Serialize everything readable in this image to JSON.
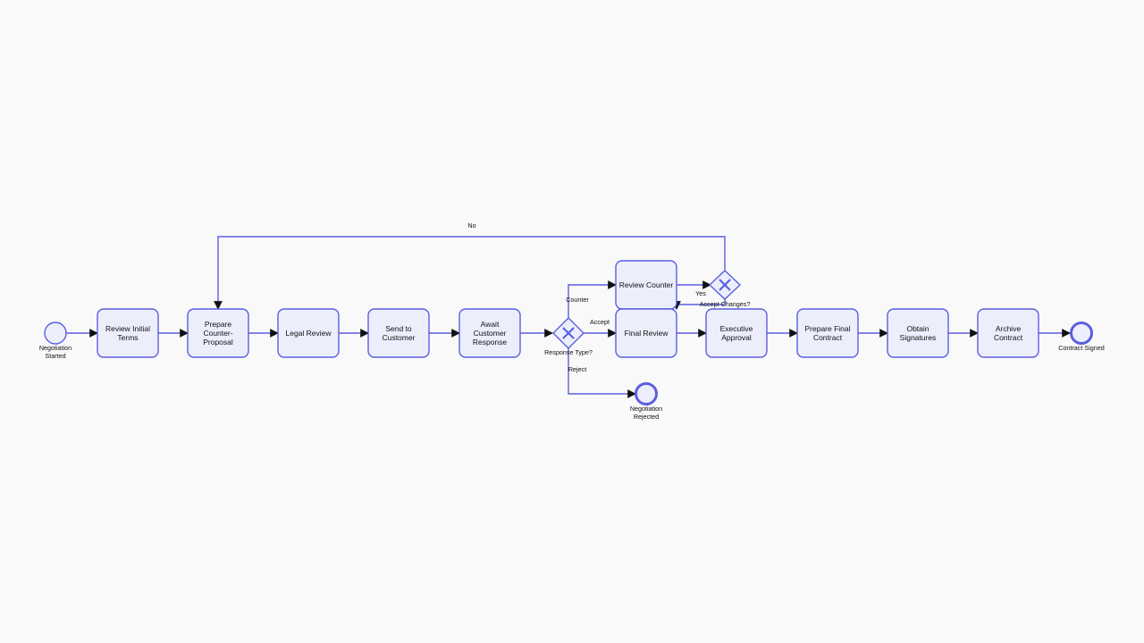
{
  "tasks": {
    "review_initial_terms": [
      "Review Initial",
      "Terms"
    ],
    "prepare_counter_proposal": [
      "Prepare",
      "Counter-",
      "Proposal"
    ],
    "legal_review": [
      "Legal Review"
    ],
    "send_to_customer": [
      "Send to",
      "Customer"
    ],
    "await_customer_response": [
      "Await",
      "Customer",
      "Response"
    ],
    "review_counter": [
      "Review Counter"
    ],
    "final_review": [
      "Final Review"
    ],
    "executive_approval": [
      "Executive",
      "Approval"
    ],
    "prepare_final_contract": [
      "Prepare Final",
      "Contract"
    ],
    "obtain_signatures": [
      "Obtain",
      "Signatures"
    ],
    "archive_contract": [
      "Archive",
      "Contract"
    ]
  },
  "events": {
    "start": [
      "Negotiation",
      "Started"
    ],
    "end_signed": [
      "Contract Signed"
    ],
    "end_rejected": [
      "Negotiation",
      "Rejected"
    ]
  },
  "gateways": {
    "response_type": "Response Type?",
    "accept_changes": "Accept Changes?"
  },
  "flow_labels": {
    "counter": "Counter",
    "accept": "Accept",
    "reject": "Reject",
    "yes": "Yes",
    "no": "No"
  },
  "colors": {
    "stroke": "#5b5fe0",
    "fill": "#eceefb",
    "background": "#f9f9f9",
    "arrow": "#111111"
  }
}
